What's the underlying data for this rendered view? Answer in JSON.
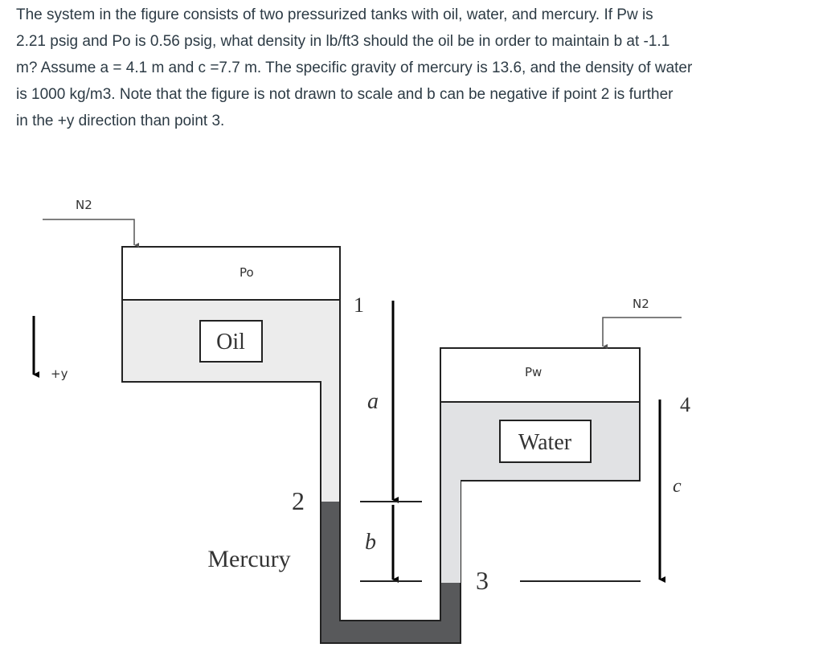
{
  "question": {
    "lines": [
      "The system in the figure consists of two pressurized tanks with oil, water, and mercury. If Pw is",
      "2.21 psig and Po is 0.56 psig, what density in lb/ft3 should the oil be in order to maintain b at -1.1",
      "m? Assume a = 4.1 m and c =7.7 m. The specific gravity of mercury is 13.6, and the density of water",
      "is 1000 kg/m3. Note that the figure is not drawn to scale and b can be negative if point 2 is further",
      "in the +y direction than point 3."
    ]
  },
  "figure": {
    "n2_left": "N2",
    "n2_right": "N2",
    "po": "Po",
    "pw": "Pw",
    "oil": "Oil",
    "water": "Water",
    "mercury": "Mercury",
    "axis": "+y",
    "point1": "1",
    "point2": "2",
    "point3": "3",
    "point4": "4",
    "dim_a": "a",
    "dim_b": "b",
    "dim_c": "c",
    "colors": {
      "oil": "#ececec",
      "water": "#e1e2e4",
      "mercury": "#58595b",
      "outline": "#222222"
    }
  }
}
